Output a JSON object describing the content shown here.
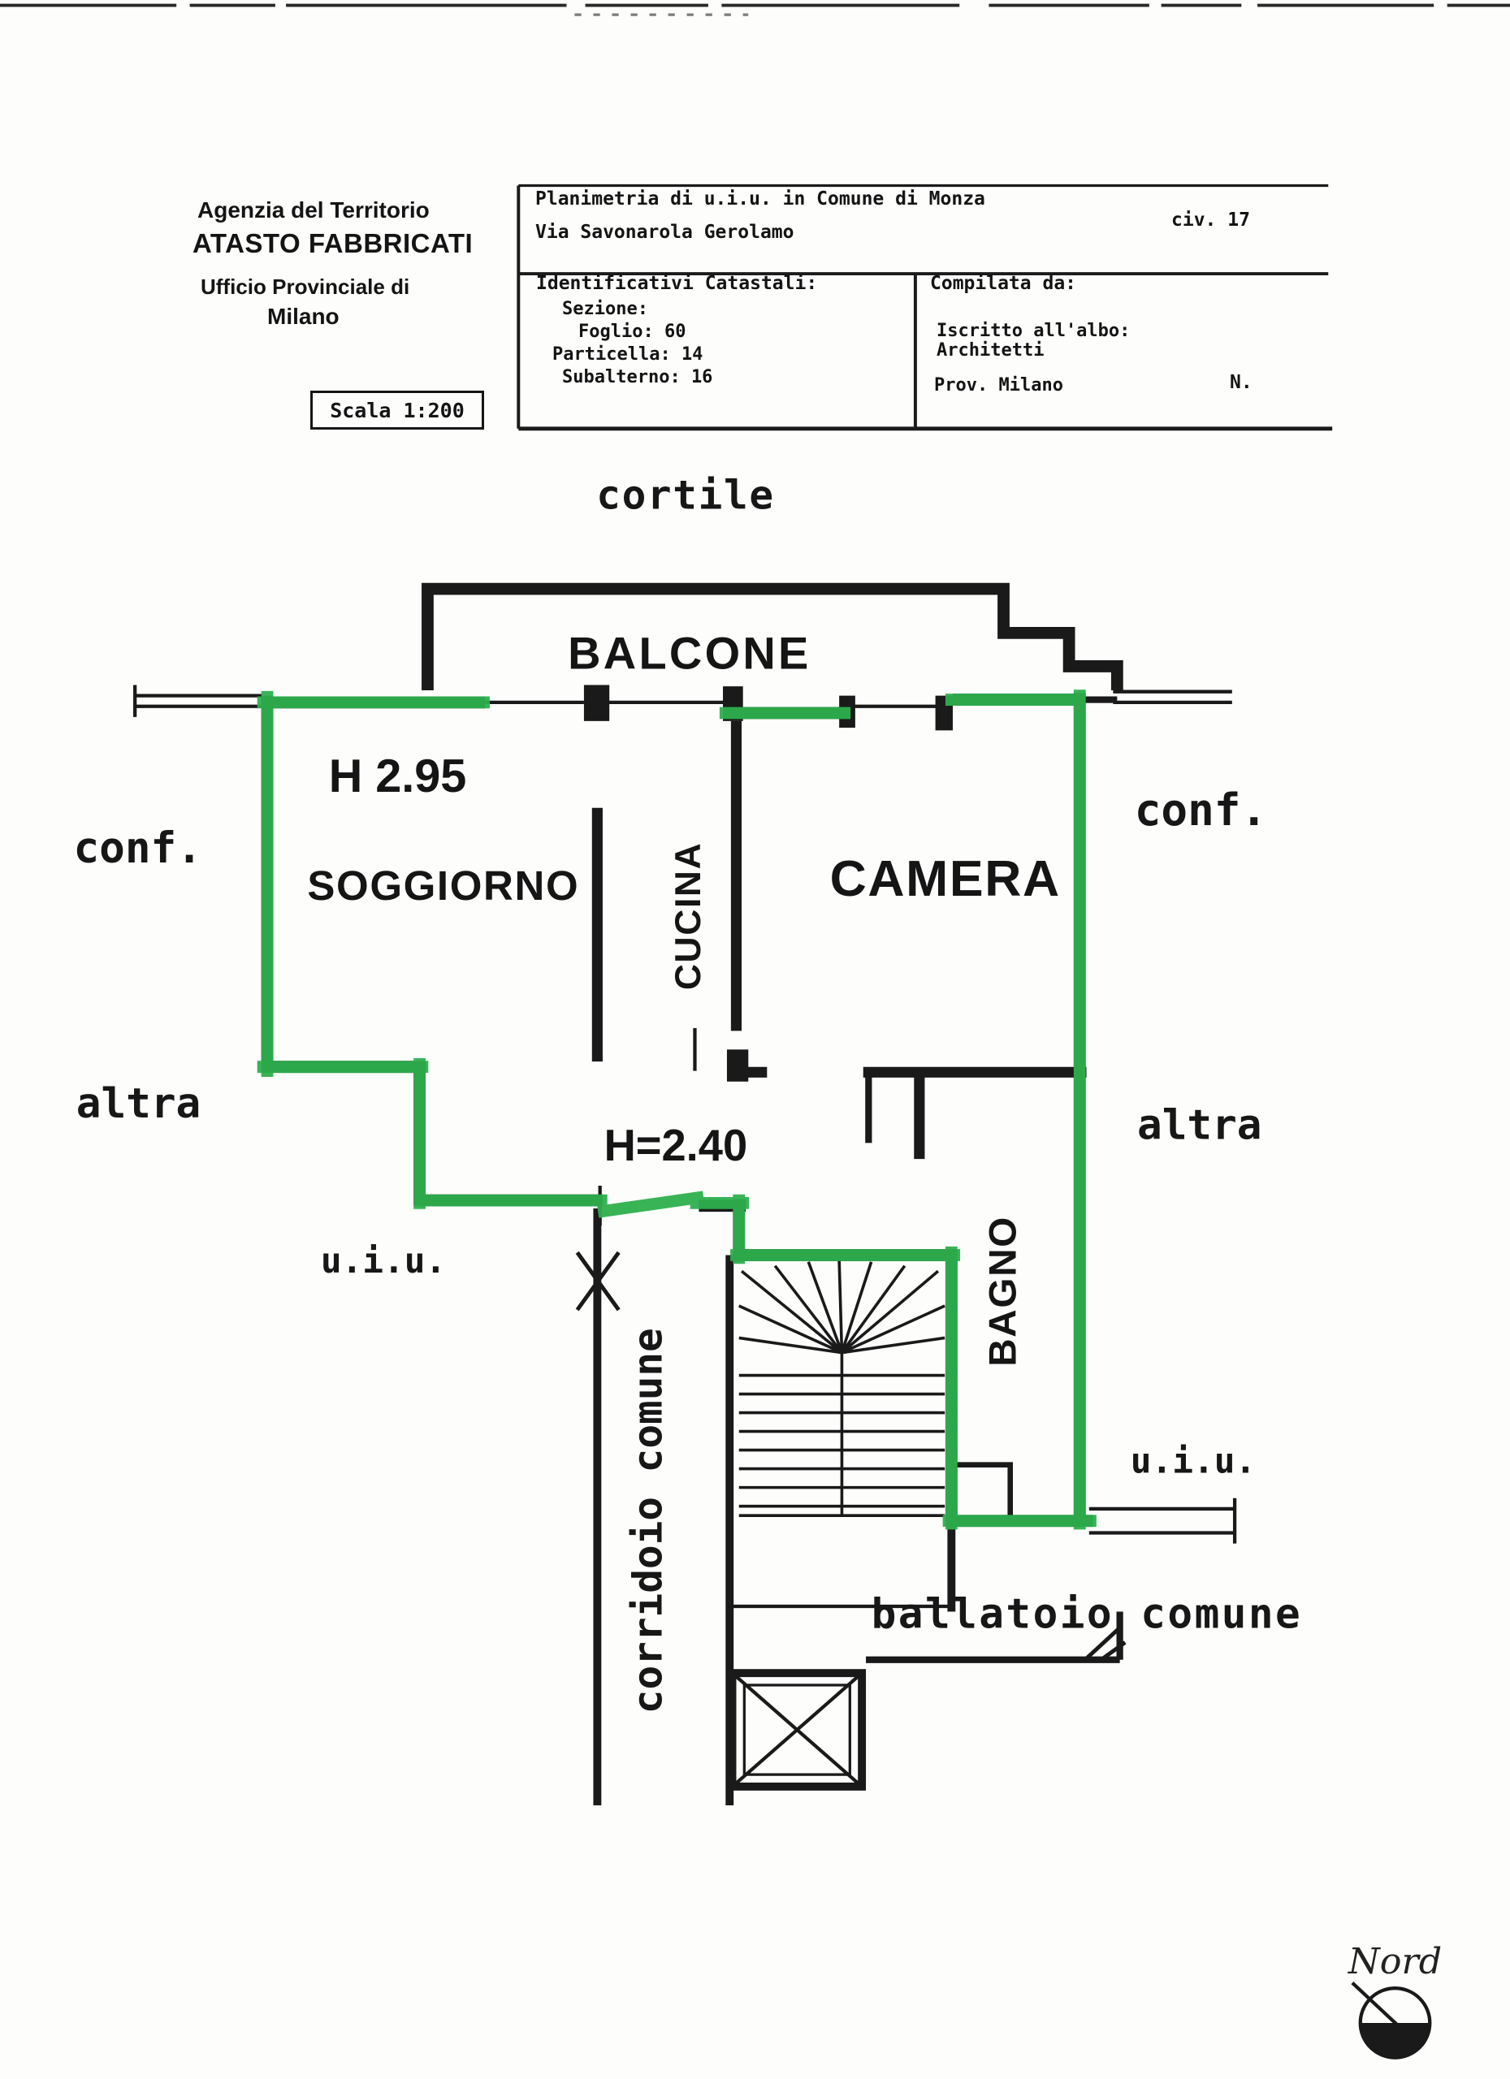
{
  "document": {
    "agency": {
      "line1": "Agenzia del Territorio",
      "line2": "ATASTO FABBRICATI",
      "line3": "Ufficio Provinciale di",
      "line4": "Milano"
    },
    "scale_label": "Scala 1:200",
    "title_block": {
      "planimetria": "Planimetria di u.i.u. in Comune di Monza",
      "address": "Via Savonarola Gerolamo",
      "civ": "civ. 17",
      "catastali_title": "Identificativi Catastali:",
      "sezione": "Sezione:",
      "foglio": "Foglio: 60",
      "particella": "Particella: 14",
      "subalterno": "Subalterno: 16",
      "compilata_title": "Compilata da:",
      "albo_line1": "Iscritto all'albo:",
      "albo_line2": "Architetti",
      "prov": "Prov. Milano",
      "n_label": "N."
    }
  },
  "plan": {
    "labels": {
      "cortile": "cortile",
      "balcone": "BALCONE",
      "height_main": "H 2.95",
      "soggiorno": "SOGGIORNO",
      "cucina": "CUCINA",
      "camera": "CAMERA",
      "bagno": "BAGNO",
      "height_corridor": "H=2.40",
      "conf_left": "conf.",
      "conf_right": "conf.",
      "altra_left": "altra",
      "altra_right": "altra",
      "uiu_left": "u.i.u.",
      "uiu_right": "u.i.u.",
      "corridoio": "corridoio comune",
      "ballatoio": "ballatoio comune",
      "nord": "Nord"
    },
    "colors": {
      "boundary_green": "#2db04d",
      "ink": "#161616"
    }
  }
}
